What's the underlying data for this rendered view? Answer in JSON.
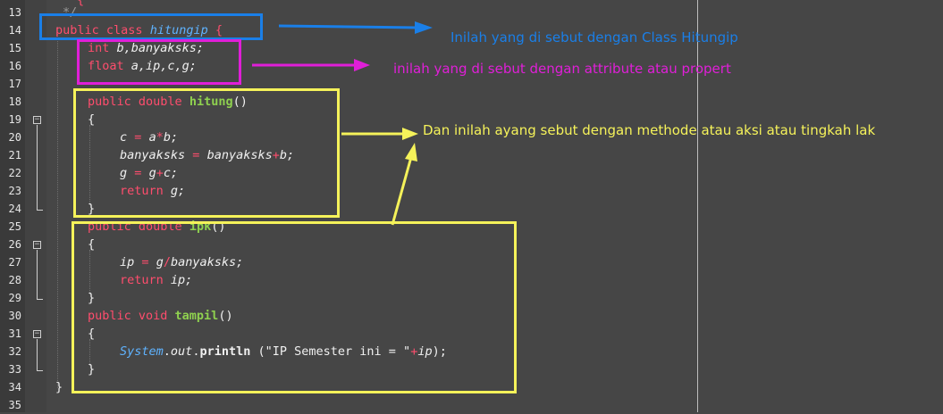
{
  "line_numbers": [
    "13",
    "14",
    "15",
    "16",
    "17",
    "18",
    "19",
    "20",
    "21",
    "22",
    "23",
    "24",
    "25",
    "26",
    "27",
    "28",
    "29",
    "30",
    "31",
    "32",
    "33",
    "34",
    "35"
  ],
  "code": {
    "l12_partial": "{",
    "l13": "*/",
    "l14": {
      "kw": "public class",
      "name": "hitungip",
      "brace": "{"
    },
    "l15": {
      "type": "int",
      "vars": "b,banyaksks;"
    },
    "l16": {
      "type": "float",
      "vars": "a,ip,c,g;"
    },
    "l18": {
      "kw": "public double",
      "name": "hitung",
      "parens": "()"
    },
    "l19": "{",
    "l20": {
      "lhs": "c",
      "eq": "=",
      "a": "a",
      "op": "*",
      "b": "b;"
    },
    "l21": {
      "lhs": "banyaksks",
      "eq": "=",
      "a": "banyaksks",
      "op": "+",
      "b": "b;"
    },
    "l22": {
      "lhs": "g",
      "eq": "=",
      "a": "g",
      "op": "+",
      "b": "c;"
    },
    "l23": {
      "kw": "return",
      "val": "g;"
    },
    "l24": "}",
    "l25": {
      "kw": "public double",
      "name": "ipk",
      "parens": "()"
    },
    "l26": "{",
    "l27": {
      "lhs": "ip",
      "eq": "=",
      "a": "g",
      "op": "/",
      "b": "banyaksks;"
    },
    "l28": {
      "kw": "return",
      "val": "ip;"
    },
    "l29": "}",
    "l30": {
      "kw": "public void",
      "name": "tampil",
      "parens": "()"
    },
    "l31": "{",
    "l32": {
      "obj": "System",
      "dot1": ".",
      "field": "out",
      "dot2": ".",
      "method": "println",
      "open": " (",
      "str": "\"IP Semester ini = \"",
      "op": "+",
      "arg": "ip",
      "close": ");"
    },
    "l33": "}",
    "l34": "}"
  },
  "annotations": {
    "class_label": "Inilah yang di sebut dengan Class Hitungip",
    "attribute_label": "inilah yang di sebut dengan attribute atau propert",
    "method_label": "Dan inilah ayang sebut dengan methode atau aksi atau tingkah lak"
  },
  "colors": {
    "blue": "#1a7fe8",
    "magenta": "#e01fd8",
    "yellow": "#f5f25a",
    "keyword": "#ff4d6d",
    "method_name": "#8fd14f",
    "class_name": "#5fb3ff"
  }
}
